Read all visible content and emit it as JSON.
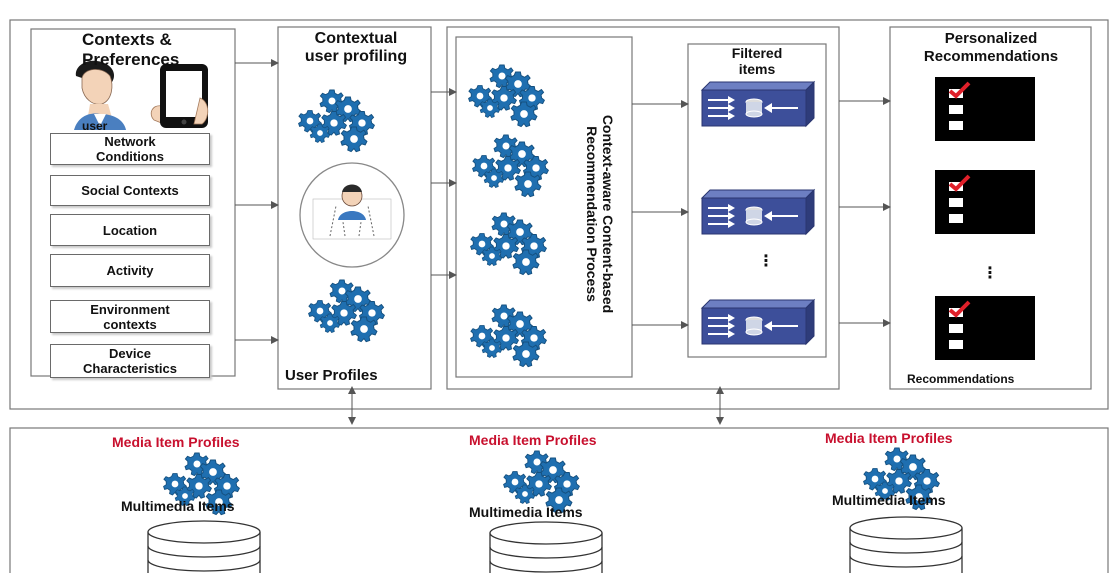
{
  "contexts": {
    "title_line1": "Contexts &",
    "title_line2": "Preferences",
    "user_label": "user",
    "items": [
      {
        "line1": "Network",
        "line2": "Conditions"
      },
      {
        "line1": "Social Contexts",
        "line2": ""
      },
      {
        "line1": "Location",
        "line2": ""
      },
      {
        "line1": "Activity",
        "line2": ""
      },
      {
        "line1": "Environment",
        "line2": "contexts"
      },
      {
        "line1": "Device",
        "line2": "Characteristics"
      }
    ]
  },
  "profiling": {
    "title_line1": "Contextual",
    "title_line2": "user profiling",
    "footer": "User Profiles"
  },
  "process": {
    "label_line1": "Context-aware Content-based",
    "label_line2": "Recommendation Process"
  },
  "filtered": {
    "title_line1": "Filtered",
    "title_line2": "items",
    "ellipsis": "⋮"
  },
  "recommendations": {
    "title_line1": "Personalized",
    "title_line2": "Recommendations",
    "footer": "Recommendations",
    "ellipsis": "⋮"
  },
  "media": [
    {
      "profiles_label": "Media Item Profiles",
      "items_label": "Multimedia Items"
    },
    {
      "profiles_label": "Media Item Profiles",
      "items_label": "Multimedia Items"
    },
    {
      "profiles_label": "Media Item Profiles",
      "items_label": "Multimedia Items"
    }
  ],
  "colors": {
    "gear": "#1f6fb0",
    "gear_dark": "#15507f",
    "server": "#3d4f9a",
    "media_title": "#c8102e",
    "arrow": "#555555"
  }
}
